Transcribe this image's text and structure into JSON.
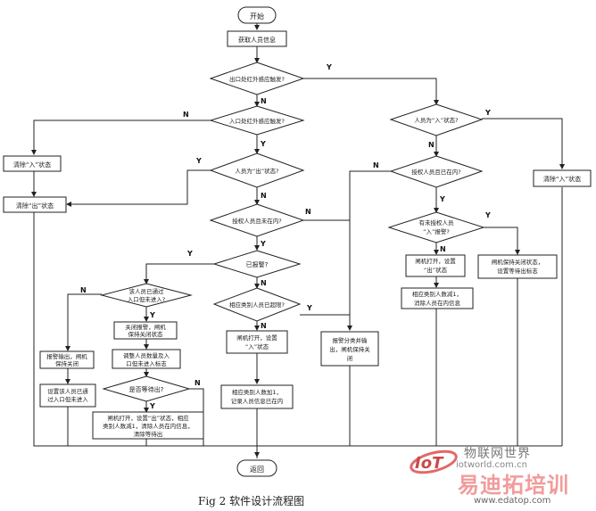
{
  "caption": "Fig 2  软件设计流程图",
  "watermark": {
    "logo_text": "IoT",
    "cn_name": "物联网世界",
    "url_top": "iotworld.com.cn",
    "big_text": "易迪拓培训",
    "url_bottom": "www.edatop.com"
  },
  "nodes": {
    "start": "开始",
    "get_info": "获取人员信息",
    "outer_trigger": "出口处红外感应触发?",
    "inner_trigger": "入口处红外感应触发?",
    "is_out": "人员为“出”状态?",
    "clear_in_left": "清除“入”状态",
    "clear_out": "清除“出”状态",
    "authorized_1": "授权人员且未在内?",
    "alarmed": "已报警?",
    "already_in_q": [
      "该人员已通过",
      "入口但未进入?"
    ],
    "close_alarm": [
      "关闭报警，闸机",
      "保持关闭状态"
    ],
    "adjust_count": [
      "调整人员数量及入",
      "口但未进入标志"
    ],
    "wait_exit": "是否等待出?",
    "open_set_out": [
      "闸机打开，设置“出”状态，相应",
      "类别人数减1，清除人员在内信息，",
      "清除等待出"
    ],
    "alarm_output": [
      "报警输出，闸机",
      "保持关闭"
    ],
    "set_pass_flag": [
      "设置该人员已通",
      "过入口但未进入"
    ],
    "count_over": "相应类别人员已超限?",
    "open_set_in": [
      "闸机打开，设置",
      "“入”状态"
    ],
    "count_plus": [
      "相应类别人数加1，",
      "记录人员信息已在内"
    ],
    "alarm_category": [
      "报警分类并输",
      "出，闸机保持关",
      "闭"
    ],
    "is_in": "人员为“入”状态?",
    "authorized_2": "授权人员且已在内?",
    "unauth_in_alarm": [
      "有未授权人员",
      "“入”报警?"
    ],
    "open_set_out2": [
      "闸机打开，设置",
      "“出”状态"
    ],
    "count_minus": [
      "相应类别人数减1，",
      "消除人员在内信息"
    ],
    "keep_closed": [
      "闸机保持关闭状态，",
      "设置等待出标志"
    ],
    "clear_in_right": "清除“入”状态",
    "end": "返回"
  },
  "labels": {
    "yes": "Y",
    "no": "N"
  }
}
